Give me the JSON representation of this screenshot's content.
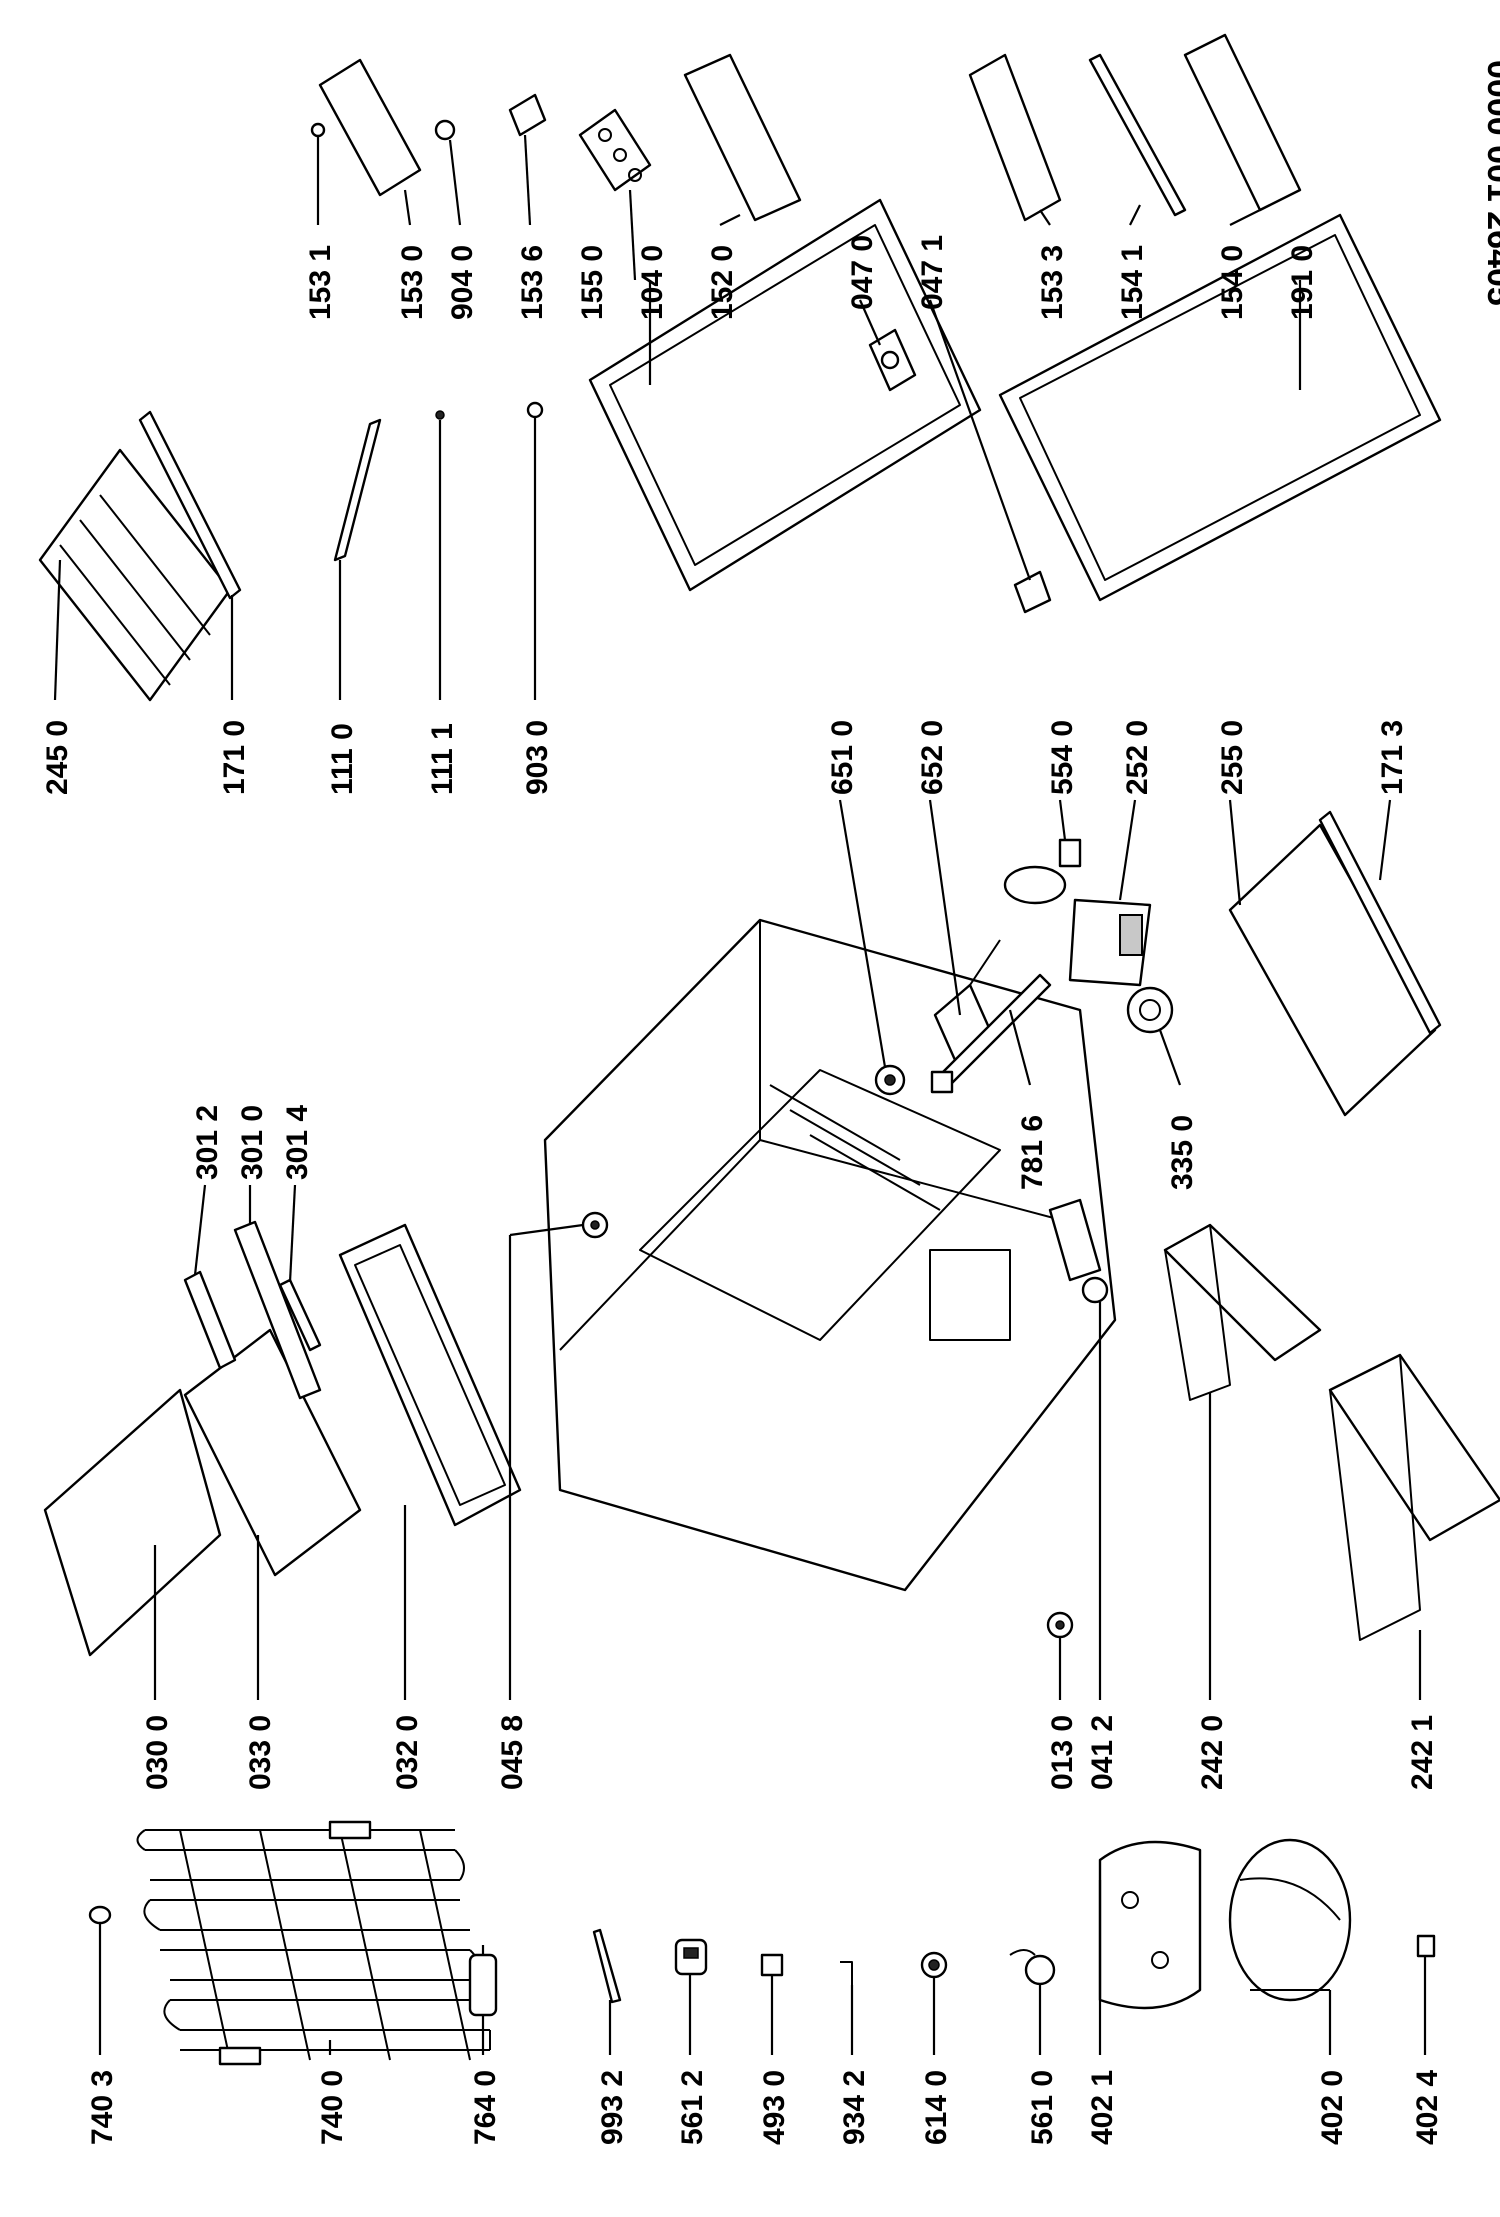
{
  "document_number": "0000 001 26405",
  "callouts": {
    "c7403": "740 3",
    "c7400": "740 0",
    "c7640": "764 0",
    "c9932": "993 2",
    "c5612": "561 2",
    "c4930": "493 0",
    "c9342": "934 2",
    "c6140": "614 0",
    "c5610": "561 0",
    "c4021": "402 1",
    "c4020": "402 0",
    "c4024": "402 4",
    "c0300": "030 0",
    "c0330": "033 0",
    "c0320": "032 0",
    "c0458": "045 8",
    "c3012": "301 2",
    "c3010": "301 0",
    "c3014": "301 4",
    "c0130": "013 0",
    "c0412": "041 2",
    "c2420": "242 0",
    "c2421": "242 1",
    "c6510": "651 0",
    "c6520": "652 0",
    "c5540": "554 0",
    "c2520": "252 0",
    "c2550": "255 0",
    "c1713": "171 3",
    "c7816": "781 6",
    "c3350": "335 0",
    "c2450": "245 0",
    "c1710": "171 0",
    "c1110": "111 0",
    "c1111": "111 1",
    "c9030": "903 0",
    "c1531": "153 1",
    "c1530": "153 0",
    "c9040": "904 0",
    "c1536": "153 6",
    "c1550": "155 0",
    "c1040": "104 0",
    "c1520": "152 0",
    "c0470": "047 0",
    "c0471": "047 1",
    "c1533": "153 3",
    "c1541": "154 1",
    "c1540": "154 0",
    "c1910": "191 0"
  }
}
